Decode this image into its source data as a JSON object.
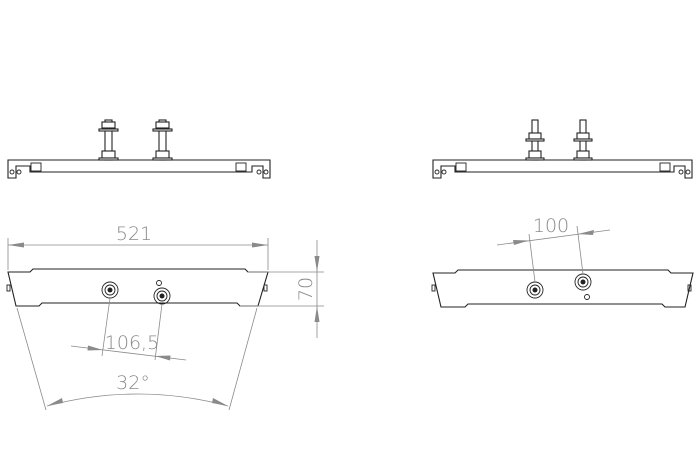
{
  "drawing": {
    "dimensions": {
      "overall_width": "521",
      "height": "70",
      "bolt_spacing_left": "106,5",
      "angle": "32°",
      "bolt_spacing_right": "100"
    },
    "colors": {
      "outline": "#222222",
      "dimension": "#8a8a8a",
      "background": "#ffffff"
    }
  }
}
